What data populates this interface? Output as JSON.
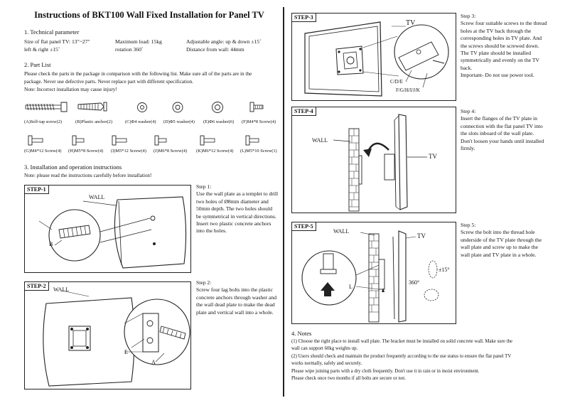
{
  "title": "Instructions of BKT100 Wall Fixed Installation for Panel TV",
  "section1": {
    "heading": "1. Technical parameter",
    "size_label": "Size of flat panel TV: 13\"~27\"",
    "max_load": "Maximum load:  15kg",
    "angle": "Adjustable angle: up & down ±15˚",
    "left_right": "left & right ±15˚",
    "rotation": "rotation 360˚",
    "distance": "Distance from wall:  44mm"
  },
  "section2": {
    "heading": "2. Part List",
    "line1": "Please check the parts in the package in comparison with the following list. Make sure all of the parts are in the",
    "line2": "package. Never use defective parts. Never replace part with different specification.",
    "line3": "Note: Incorrect installation may cause injury!",
    "parts_row1": [
      "(A)Self-tap screw(2)",
      "(B)Plastic anchor(2)",
      "(C)Φ4 washer(4)",
      "(D)Φ5 washer(4)",
      "(E)Φ6 washer(6)",
      "(F)M4*8 Screw(4)"
    ],
    "parts_row2": [
      "(G)M4*12 Screw(4)",
      "(H)M5*8 Screw(4)",
      "(I)M5*12 Screw(4)",
      "(J)M6*8 Screw(4)",
      "(K)M6*12 Screw(4)",
      "(L)M5*10 Screw(1)"
    ]
  },
  "section3": {
    "heading": "3. Installation and operation instructions",
    "note": "Note: please read the instructions carefully before installation!"
  },
  "steps": {
    "step1": {
      "label": "STEP-1",
      "wall": "WALL",
      "callout": "B",
      "heading": "Step 1:",
      "lines": [
        "Use the wall plate as a templet to drill",
        "two holes of  Ø8mm diameter and",
        "50mm depth. The two holes should",
        "be symmetrical in vertical directions.",
        "Insert two plastic concrete  anchors",
        "into the holes."
      ]
    },
    "step2": {
      "label": "STEP-2",
      "wall": "WALL",
      "callout_e": "E",
      "callout_a": "A",
      "heading": "Step 2:",
      "lines": [
        "Screw four lag bolts into the plastic",
        "concrete anchors through washer and",
        "the wall dead plate  to make the dead",
        "plate and vertical wall into a whole."
      ]
    },
    "step3": {
      "label": "STEP-3",
      "tv": "TV",
      "callout1": "C/D/E",
      "callout2": "F/G/H/I/J/K",
      "heading": "Step 3:",
      "lines": [
        "Screw four suitable screws to the thread",
        "holes at the TV back through the",
        "corresponding holes in TV plate. And",
        "the screws should be screwed down.",
        "The TV plate should be installed",
        "symmetrically and evenly on the TV",
        "back.",
        "Important- Do not use power tool."
      ]
    },
    "step4": {
      "label": "STEP-4",
      "wall": "WALL",
      "tv": "TV",
      "heading": "Step 4:",
      "lines": [
        "Insert the flanges of the TV plate in",
        "connection with the flat panel TV into",
        "the slots inboard of the wall plate.",
        "Don't loosen your hands until installed",
        "firmly."
      ]
    },
    "step5": {
      "label": "STEP-5",
      "wall": "WALL",
      "tv": "TV",
      "callout_l": "L",
      "angle1": "±15°",
      "angle2": "360°",
      "heading": "Step 5:",
      "lines": [
        "Screw the bolt into the thread hole",
        "underside of the TV plate through the",
        "wall plate and screw up to make the",
        "wall plate and TV plate in a whole."
      ]
    }
  },
  "notes": {
    "heading": "4. Notes",
    "lines": [
      "(1) Choose the right place to install wall plate. The bracket must be installed on solid concrete wall. Make sure the",
      "wall can support 60kg weights up.",
      "(2) Users should check and maintain the product frequently according to the use status to ensure the flat panel TV",
      "works normally, safely and securely.",
      "Please wipe joining parts with a dry cloth frequently. Don't use it in rain or in moist environment.",
      "Please check once two months if all bolts are secure or not."
    ]
  }
}
